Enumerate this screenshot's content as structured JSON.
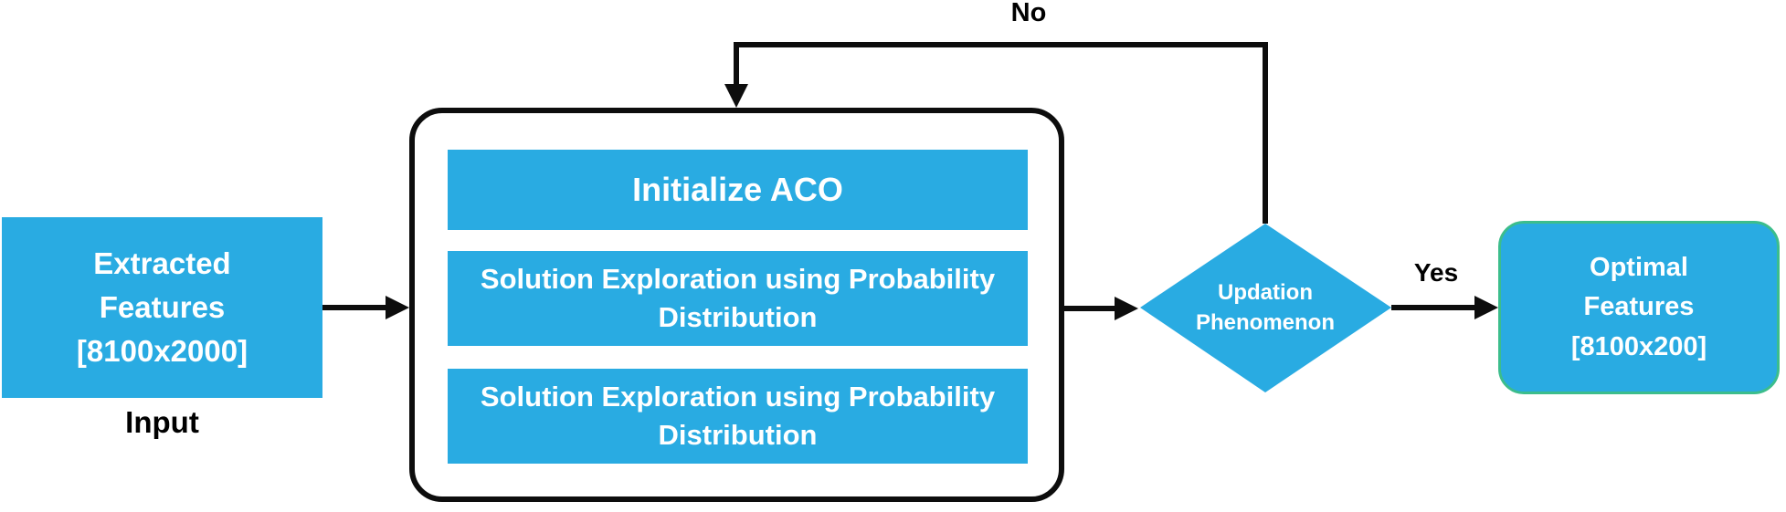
{
  "figure": {
    "colors": {
      "accent": "#29abe2",
      "line": "#0d0d0d",
      "output_border": "#3cbd8c",
      "text_on_accent": "#ffffff",
      "text_dark": "#000000"
    },
    "input_box": {
      "lines": [
        "Extracted",
        "Features",
        "[8100x2000]"
      ],
      "caption": "Input"
    },
    "process_box": {
      "steps": [
        "Initialize ACO",
        "Solution Exploration using Probability Distribution",
        "Solution Exploration using Probability Distribution"
      ]
    },
    "decision": {
      "lines": [
        "Updation",
        "Phenomenon"
      ]
    },
    "branch_labels": {
      "no": "No",
      "yes": "Yes"
    },
    "output_box": {
      "lines": [
        "Optimal",
        "Features",
        "[8100x200]"
      ]
    }
  }
}
